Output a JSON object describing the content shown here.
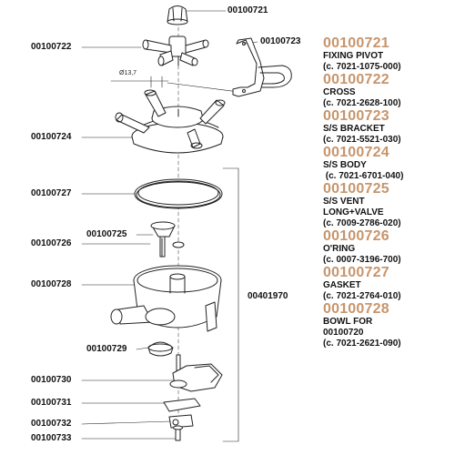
{
  "callouts": {
    "c00100721": "00100721",
    "c00100722": "00100722",
    "c00100723": "00100723",
    "c00100724": "00100724",
    "c00100727": "00100727",
    "c00100725": "00100725",
    "c00100726": "00100726",
    "c00100728": "00100728",
    "c00401970": "00401970",
    "c00100729": "00100729",
    "c00100730": "00100730",
    "c00100731": "00100731",
    "c00100732": "00100732",
    "c00100733": "00100733"
  },
  "dimension": "Ø13,7",
  "legend": [
    {
      "code": "00100721",
      "lines": [
        "FIXING PIVOT",
        "(c. 7021-1075-000)"
      ]
    },
    {
      "code": "00100722",
      "lines": [
        "CROSS",
        "(c. 7021-2628-100)"
      ]
    },
    {
      "code": "00100723",
      "lines": [
        "S/S BRACKET",
        "(c. 7021-5521-030)"
      ]
    },
    {
      "code": "00100724",
      "lines": [
        "S/S BODY",
        " (c. 7021-6701-040)"
      ]
    },
    {
      "code": "00100725",
      "lines": [
        "S/S VENT",
        "LONG+VALVE",
        "(c. 7009-2786-020)"
      ]
    },
    {
      "code": "00100726",
      "lines": [
        "O'RING",
        "(c. 0007-3196-700)"
      ]
    },
    {
      "code": "00100727",
      "lines": [
        "GASKET",
        "(c. 7021-2764-010)"
      ]
    },
    {
      "code": "00100728",
      "lines": [
        "BOWL FOR",
        "00100720",
        "(c. 7021-2621-090)"
      ]
    }
  ],
  "colors": {
    "accent": "#c8956b",
    "text": "#111111",
    "line": "#222222"
  }
}
